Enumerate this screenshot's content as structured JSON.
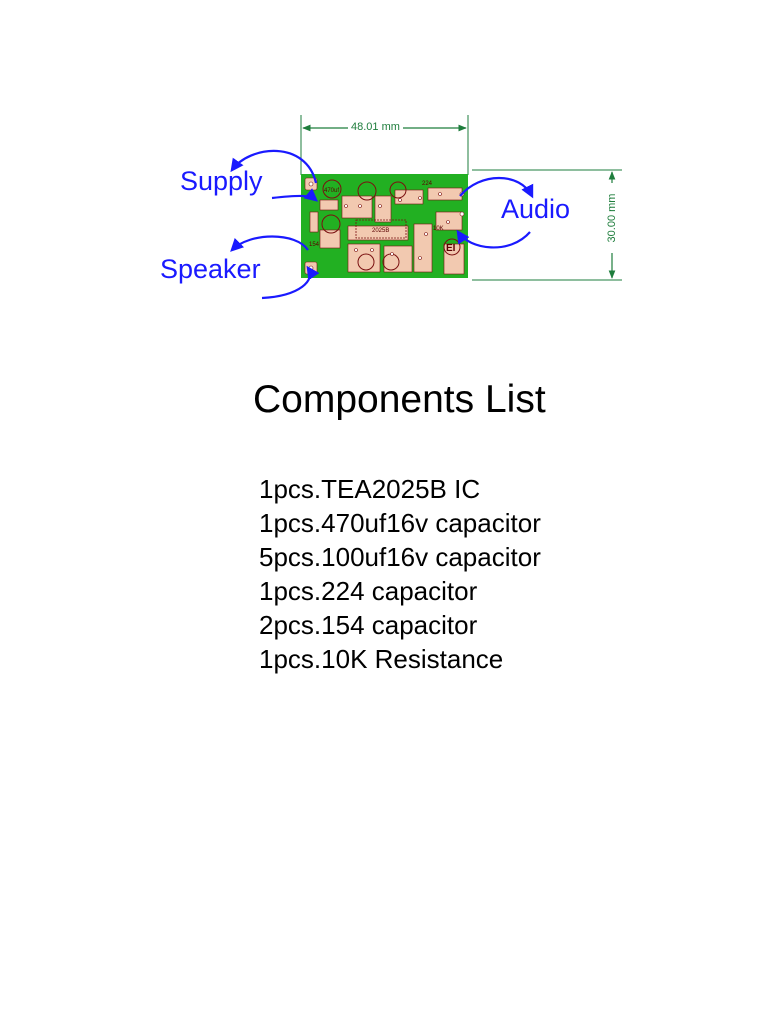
{
  "diagram": {
    "width_dimension": "48.01 mm",
    "height_dimension": "30.00 mm",
    "callouts": {
      "supply": "Supply",
      "speaker": "Speaker",
      "audio": "Audio"
    },
    "board_labels": {
      "capacitor_470": "470uf",
      "capacitor_224": "224",
      "capacitor_154": "154",
      "ic": "2025B",
      "resistor": "10K",
      "logo": "EI"
    },
    "colors": {
      "board": "#22b022",
      "pad": "#f2c9b0",
      "dimension": "#1e7d3c",
      "arrow": "#1a1aff"
    }
  },
  "components": {
    "title": "Components List",
    "items": [
      "1pcs.TEA2025B IC",
      "1pcs.470uf16v capacitor",
      "5pcs.100uf16v capacitor",
      "1pcs.224 capacitor",
      "2pcs.154 capacitor",
      "1pcs.10K Resistance"
    ]
  }
}
